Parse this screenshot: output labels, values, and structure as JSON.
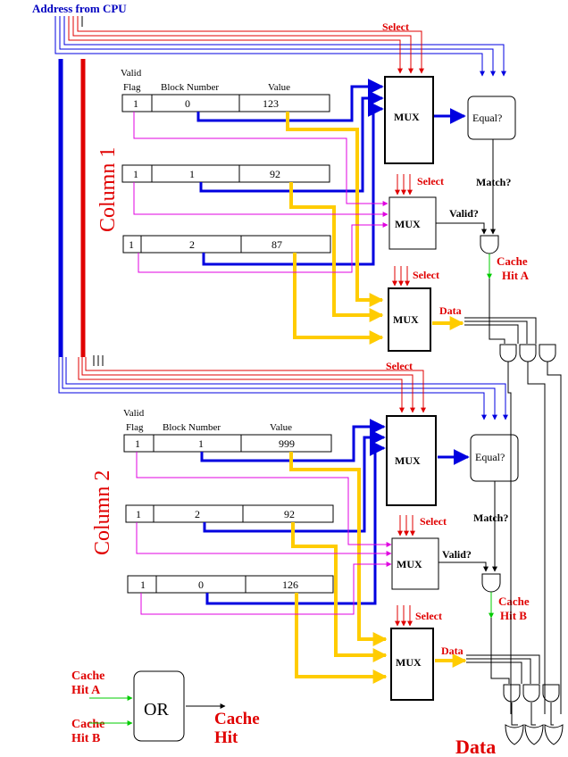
{
  "header": {
    "address_label": "Address from CPU"
  },
  "labels": {
    "select": "Select",
    "valid_flag_1": "Valid",
    "valid_flag_2": "Flag",
    "block_number": "Block Number",
    "value": "Value",
    "mux": "MUX",
    "equal": "Equal?",
    "match": "Match?",
    "valid_q": "Valid?",
    "data": "Data",
    "or": "OR"
  },
  "column1": {
    "title": "Column 1",
    "rows": [
      {
        "valid": "1",
        "block": "0",
        "value": "123"
      },
      {
        "valid": "1",
        "block": "1",
        "value": "92"
      },
      {
        "valid": "1",
        "block": "2",
        "value": "87"
      }
    ],
    "hit_line1": "Cache",
    "hit_line2": "Hit A"
  },
  "column2": {
    "title": "Column 2",
    "rows": [
      {
        "valid": "1",
        "block": "1",
        "value": "999"
      },
      {
        "valid": "1",
        "block": "2",
        "value": "92"
      },
      {
        "valid": "1",
        "block": "0",
        "value": "126"
      }
    ],
    "hit_line1": "Cache",
    "hit_line2": "Hit B"
  },
  "output": {
    "in_a_1": "Cache",
    "in_a_2": "Hit A",
    "in_b_1": "Cache",
    "in_b_2": "Hit B",
    "out_1": "Cache",
    "out_2": "Hit",
    "data": "Data"
  },
  "colors": {
    "address_bus": "#0000e0",
    "select_bus": "#e00000",
    "data_bus": "#ffcc00",
    "valid_wire": "#e000e0",
    "hit_wire": "#00cc00"
  }
}
